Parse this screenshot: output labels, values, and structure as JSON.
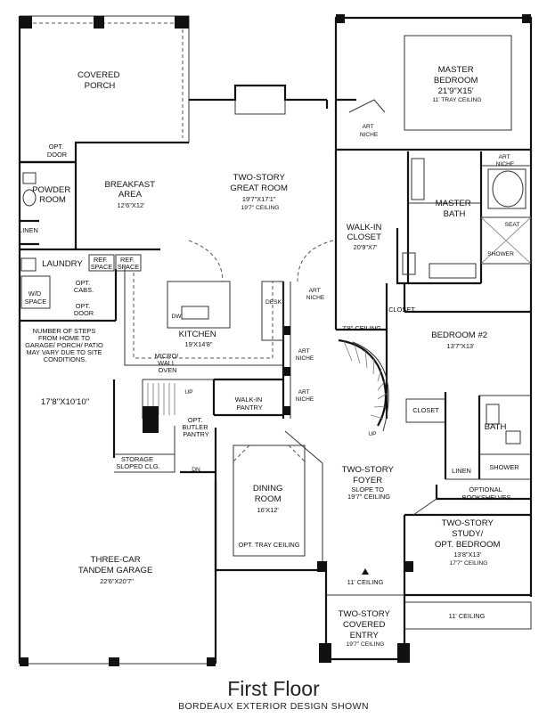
{
  "caption": {
    "title": "First Floor",
    "subtitle": "BORDEAUX EXTERIOR DESIGN SHOWN"
  },
  "rooms": {
    "covered_porch": [
      "COVERED",
      "PORCH"
    ],
    "master_bedroom": [
      "MASTER",
      "BEDROOM",
      "21'9\"X15'",
      "11' TRAY CEILING"
    ],
    "opt_door": [
      "OPT.",
      "DOOR"
    ],
    "powder_room": [
      "POWDER",
      "ROOM"
    ],
    "breakfast_area": [
      "BREAKFAST",
      "AREA",
      "12'6\"X12'"
    ],
    "great_room": [
      "TWO-STORY",
      "GREAT ROOM",
      "19'7\"X17'1\"",
      "19'7\" CEILING"
    ],
    "art_niche_top": [
      "ART",
      "NICHE"
    ],
    "art_niche_bath": [
      "ART",
      "NICHE"
    ],
    "master_bath": [
      "MASTER",
      "BATH"
    ],
    "seat": "SEAT",
    "shower_master": "SHOWER",
    "walkin_closet": [
      "WALK-IN",
      "CLOSET",
      "20'9\"X7'"
    ],
    "linen_left": "LINEN",
    "laundry": "LAUNDRY",
    "ref_space_1": [
      "REF.",
      "SPACE"
    ],
    "ref_space_2": [
      "REF.",
      "SPACE"
    ],
    "wd_space": [
      "W/D",
      "SPACE"
    ],
    "opt_cabs": [
      "OPT.",
      "CABS."
    ],
    "opt_door_2": [
      "OPT.",
      "DOOR"
    ],
    "desk": "DESK",
    "art_niche_1": [
      "ART",
      "NICHE"
    ],
    "art_niche_2": [
      "ART",
      "NICHE"
    ],
    "art_niche_3": [
      "ART",
      "NICHE"
    ],
    "closet_1": "CLOSET",
    "ceiling_78": "7'8\" CEILING",
    "bedroom2": [
      "BEDROOM #2",
      "13'7\"X13'"
    ],
    "dw": "DW",
    "kitchen": [
      "KITCHEN",
      "19'X14'8\""
    ],
    "micro": [
      "MICRO/",
      "WALL",
      "OVEN"
    ],
    "steps_note": [
      "NUMBER OF STEPS",
      "FROM HOME TO",
      "GARAGE/ PORCH/ PATIO",
      "MAY VARY DUE TO SITE",
      "CONDITIONS."
    ],
    "garage_dim": "17'8\"X10'10\"",
    "up_stair": "UP",
    "walkin_pantry": [
      "WALK-IN",
      "PANTRY"
    ],
    "closet_2": "CLOSET",
    "bath2": "BATH",
    "opt_butler": [
      "OPT.",
      "BUTLER",
      "PANTRY"
    ],
    "up_foyer": "UP",
    "storage": [
      "STORAGE",
      "SLOPED CLG."
    ],
    "dn": "DN",
    "foyer": [
      "TWO-STORY",
      "FOYER",
      "SLOPE TO",
      "19'7\" CEILING"
    ],
    "linen_right": "LINEN",
    "shower_2": "SHOWER",
    "dining": [
      "DINING",
      "ROOM",
      "16'X12'",
      "OPT. TRAY CEILING"
    ],
    "opt_bookshelves": [
      "OPTIONAL",
      "BOOKSHELVES"
    ],
    "study": [
      "TWO-STORY",
      "STUDY/",
      "OPT. BEDROOM",
      "13'8\"X13'",
      "17'7\" CEILING"
    ],
    "garage": [
      "THREE-CAR",
      "TANDEM GARAGE",
      "22'6\"X20'7\""
    ],
    "ceiling_11a": "11' CEILING",
    "entry": [
      "TWO-STORY",
      "COVERED",
      "ENTRY",
      "19'7\" CEILING"
    ],
    "ceiling_11b": "11' CEILING"
  }
}
